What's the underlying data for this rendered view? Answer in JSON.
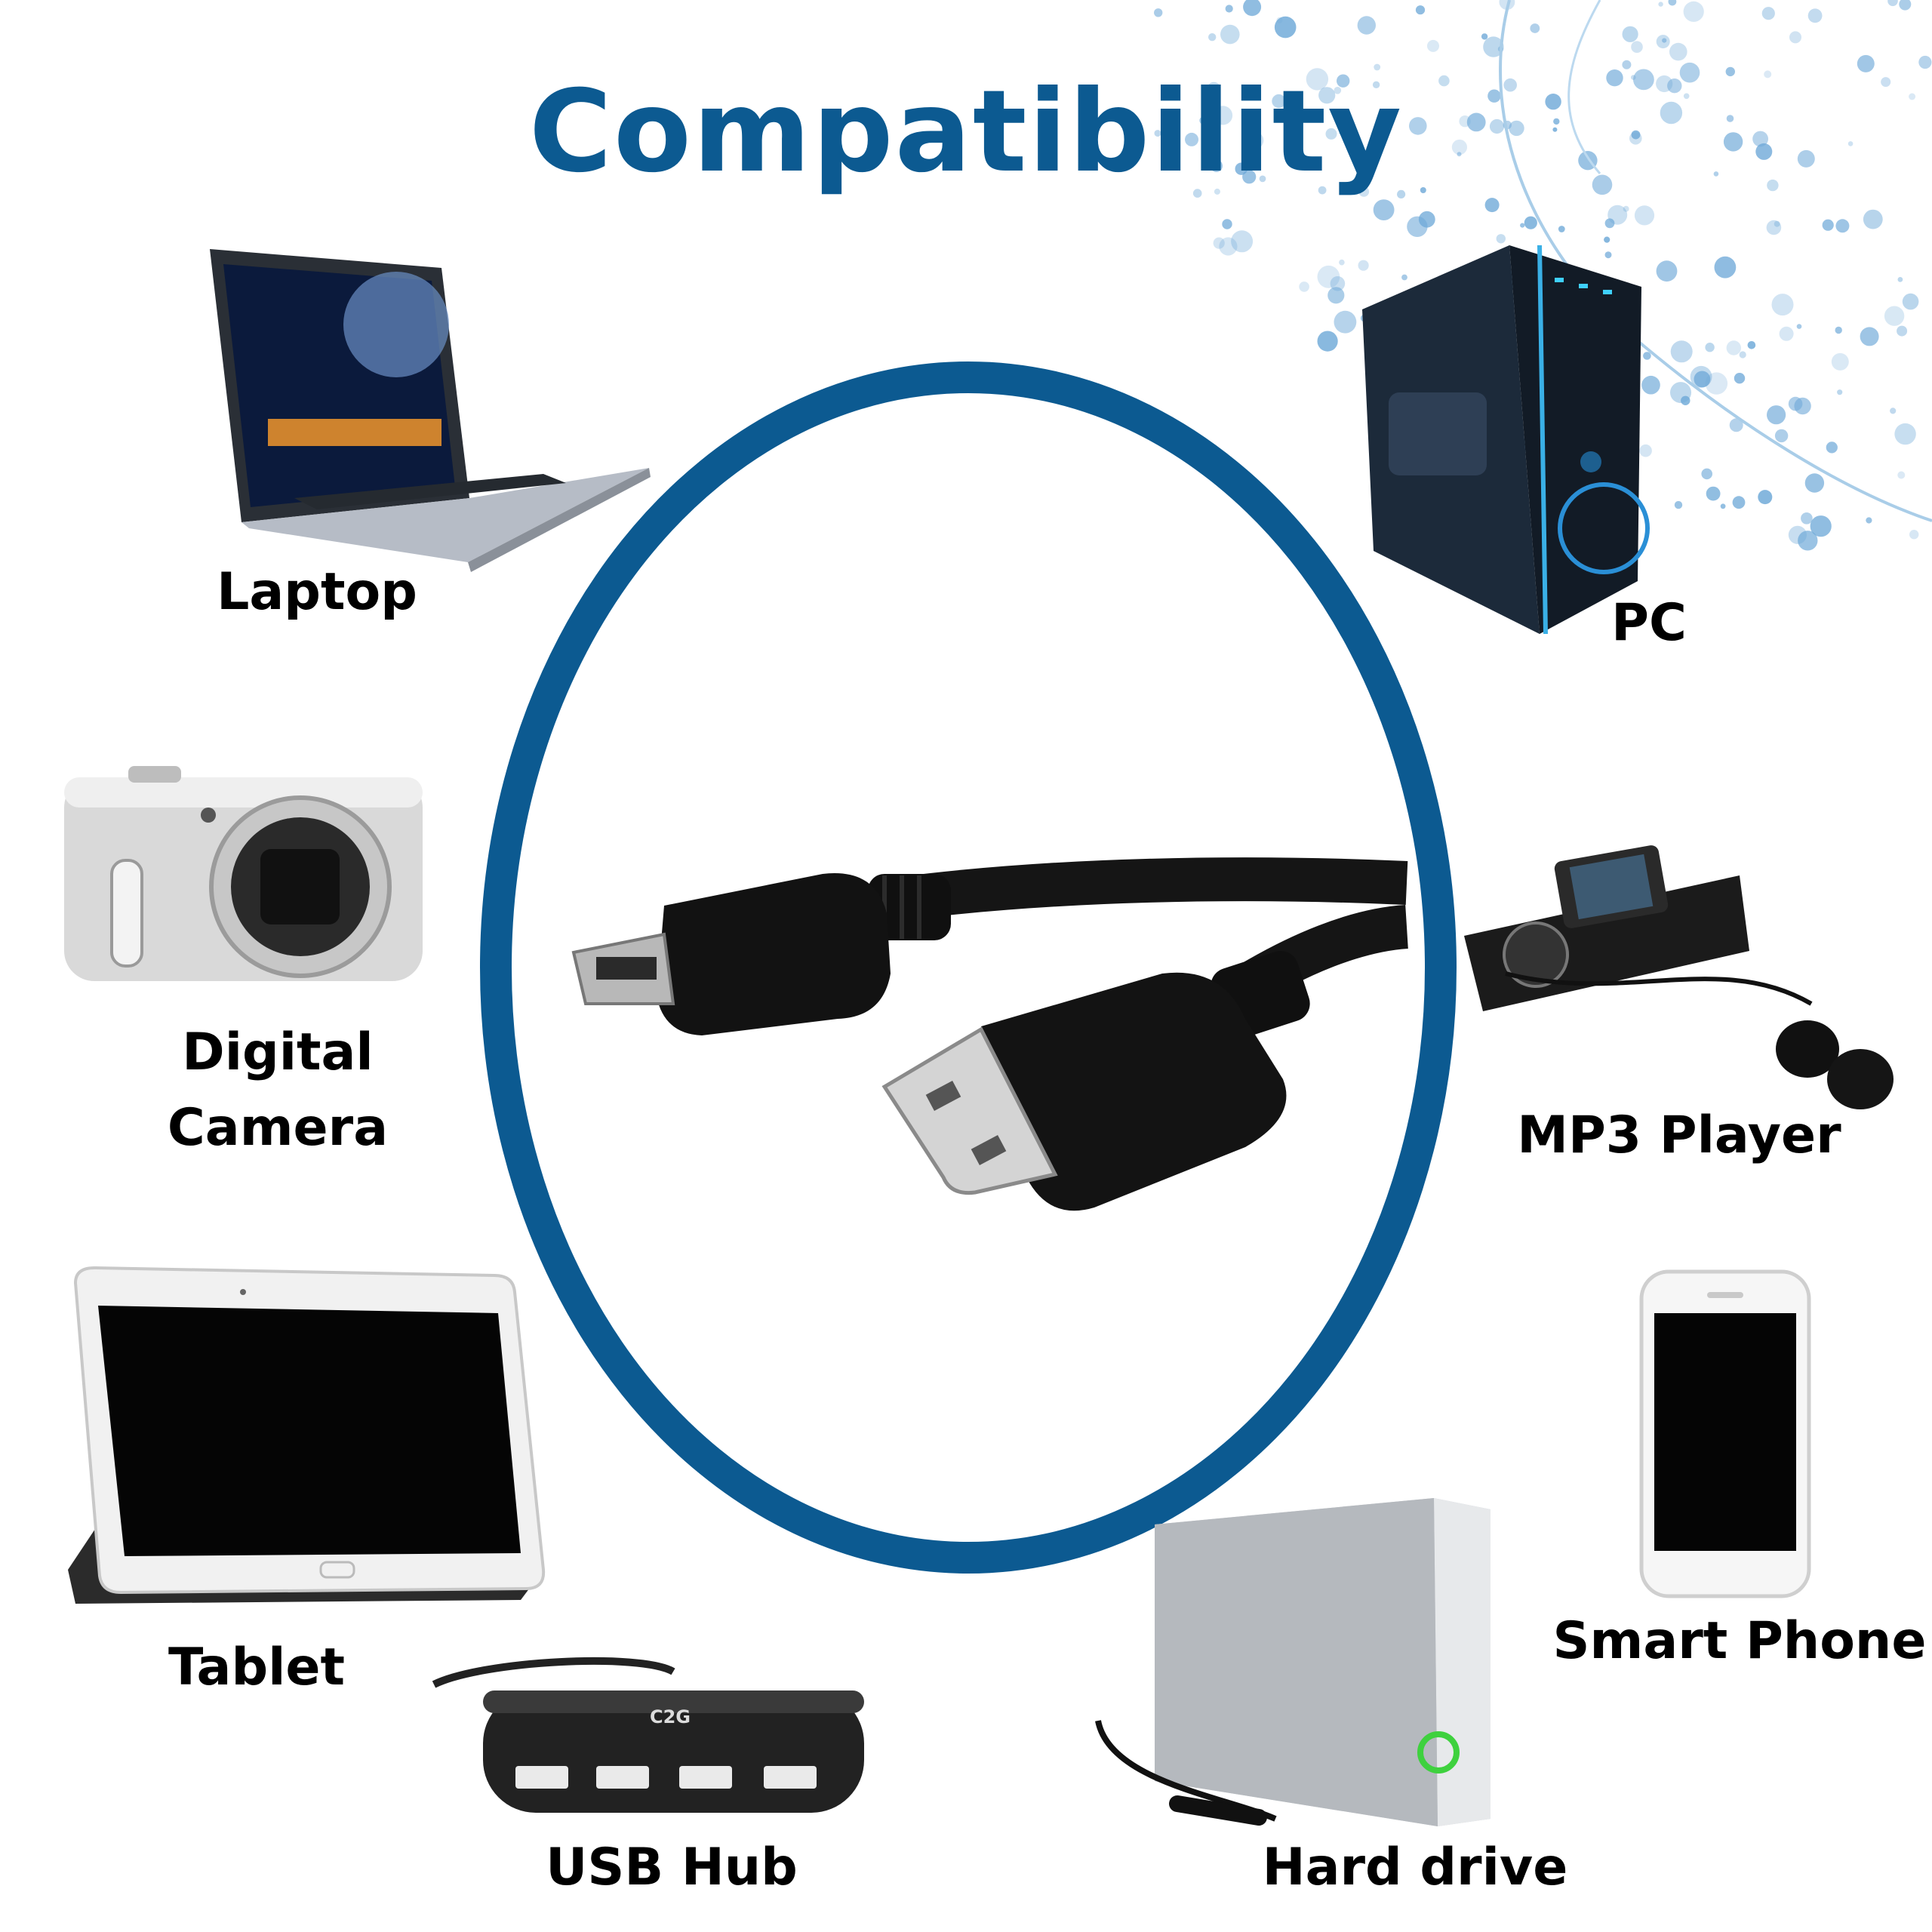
{
  "title": "Compatibility",
  "devices": {
    "laptop": "Laptop",
    "pc": "PC",
    "camera_line1": "Digital",
    "camera_line2": "Camera",
    "mp3": "MP3 Player",
    "tablet": "Tablet",
    "phone": "Smart Phone",
    "usb_hub": "USB Hub",
    "hard_drive": "Hard drive"
  },
  "hub_brand": "C2G",
  "colors": {
    "accent": "#0c5a91",
    "dots": "#6fa9d8"
  }
}
